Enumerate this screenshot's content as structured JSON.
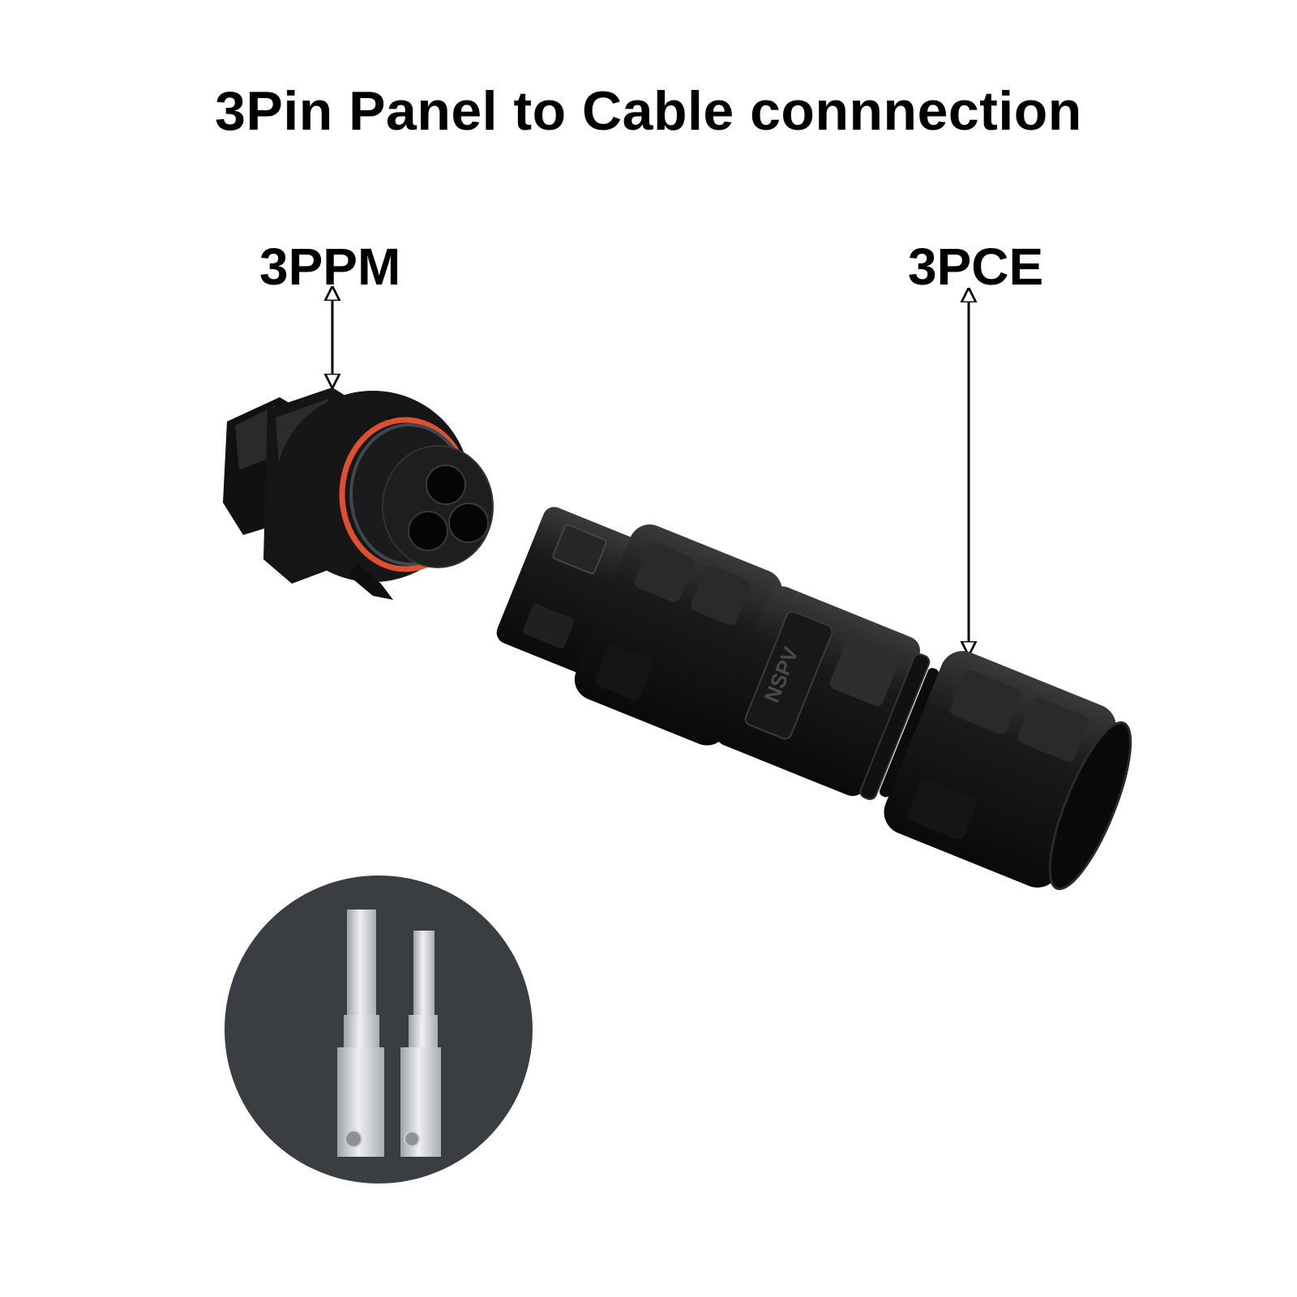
{
  "title": "3Pin Panel to Cable connnection",
  "labels": {
    "panel_connector": "3PPM",
    "cable_connector": "3PCE"
  },
  "body_marking": "NSPV",
  "colors": {
    "background": "#ffffff",
    "connector_body": "#141414",
    "oring": "#e0502f",
    "inset_background": "#3a3d42",
    "pin_metal": "#cfd2d6",
    "text": "#000000"
  },
  "inset": {
    "description": "crimp contact pins",
    "pin_count": 2
  }
}
